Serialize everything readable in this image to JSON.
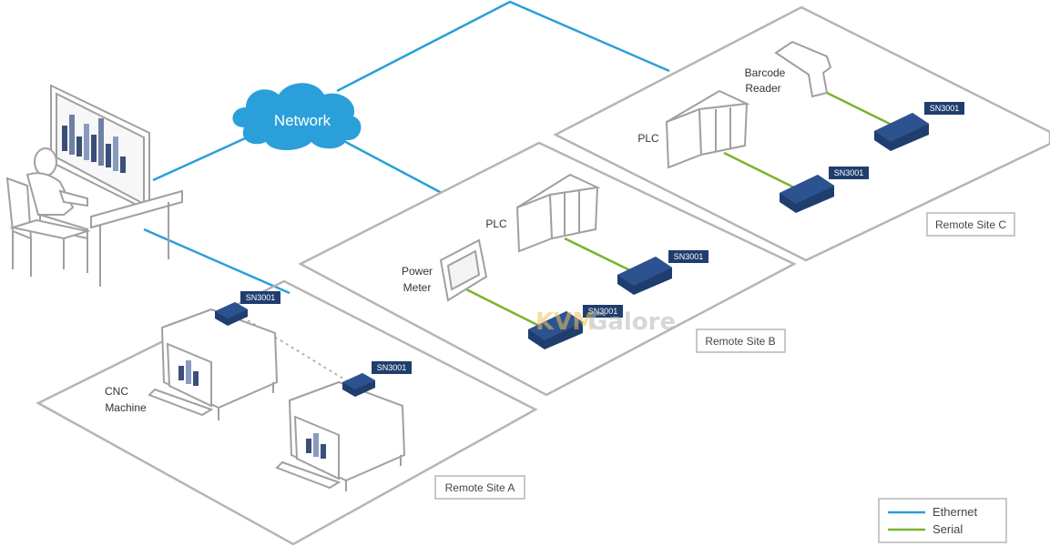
{
  "network": {
    "label": "Network"
  },
  "sites": {
    "a": {
      "label": "Remote Site A",
      "device1_tag": "SN3001",
      "device2_tag": "SN3001",
      "machine_label_1": "CNC",
      "machine_label_2": "Machine"
    },
    "b": {
      "label": "Remote Site B",
      "plc_label": "PLC",
      "plc_tag": "SN3001",
      "meter_label_1": "Power",
      "meter_label_2": "Meter",
      "meter_tag": "SN3001"
    },
    "c": {
      "label": "Remote Site C",
      "plc_label": "PLC",
      "plc_tag": "SN3001",
      "reader_label_1": "Barcode",
      "reader_label_2": "Reader",
      "reader_tag": "SN3001"
    }
  },
  "legend": {
    "ethernet": "Ethernet",
    "serial": "Serial"
  },
  "watermark": {
    "part1": "KVM",
    "part2": "Galore"
  },
  "colors": {
    "ethernet": "#2b9fd9",
    "serial": "#7ab32e",
    "device": "#1f3e6e",
    "outline": "#b5b5b5"
  }
}
